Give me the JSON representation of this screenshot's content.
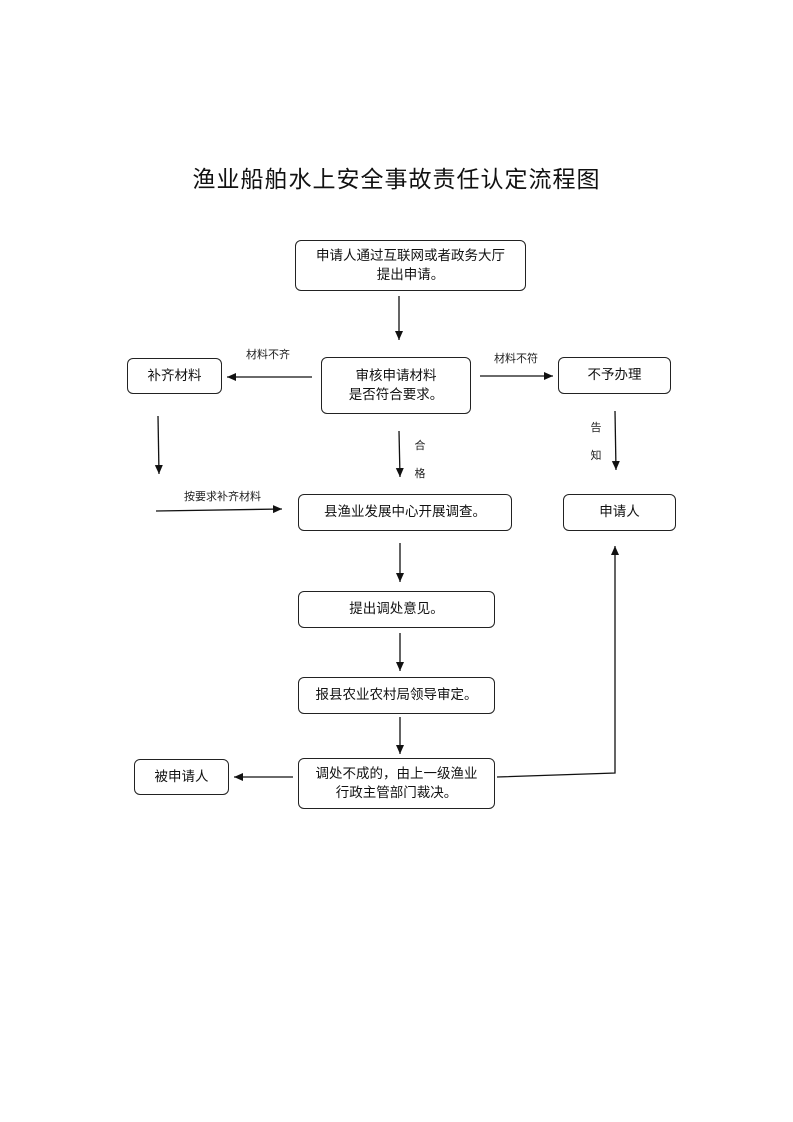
{
  "title": "渔业船舶水上安全事故责任认定流程图",
  "nodes": {
    "apply_line1": "申请人通过互联网或者政务大厅",
    "apply_line2": "提出申请。",
    "review_line1": "审核申请材料",
    "review_line2": "是否符合要求。",
    "supplement": "补齐材料",
    "reject": "不予办理",
    "applicant": "申请人",
    "investigate": "县渔业发展中心开展调查。",
    "opinion": "提出调处意见。",
    "approve": "报县农业农村局领导审定。",
    "ruling_line1": "调处不成的，由上一级渔业",
    "ruling_line2": "行政主管部门裁决。",
    "respondent": "被申请人"
  },
  "labels": {
    "incomplete": "材料不齐",
    "nonconforming": "材料不符",
    "resubmit": "按要求补齐材料",
    "qualified_1": "合",
    "qualified_2": "格",
    "notify_1": "告",
    "notify_2": "知"
  }
}
